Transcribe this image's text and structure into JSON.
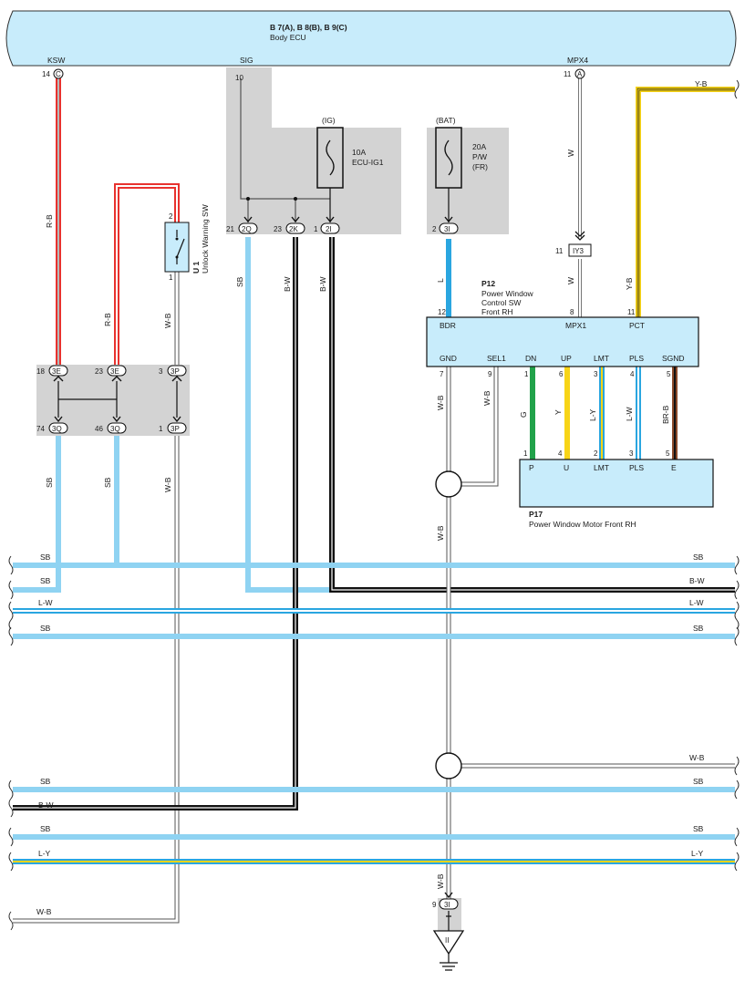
{
  "ecu": {
    "code": "B 7(A), B 8(B), B 9(C)",
    "name": "Body ECU",
    "pin_ksw": "KSW",
    "pin_sig": "SIG",
    "pin_mpx4": "MPX4"
  },
  "colors": {
    "SB": "#8fd3f2",
    "L": "#2aa6e0",
    "R": "#e8322e",
    "W": "#ffffff",
    "B": "#111111",
    "Y": "#f7d417",
    "G": "#21a24a",
    "BR": "#8a4a2a",
    "gray": "#d3d3d3",
    "panel": "#c8ecfb"
  },
  "conn": {
    "c14": "C",
    "n14": "14",
    "a11": "A",
    "n11": "11",
    "n10": "10",
    "ig": "(IG)",
    "fuse_ig_a": "10A",
    "fuse_ig_n": "ECU-IG1",
    "bat": "(BAT)",
    "fuse_bat_a": "20A",
    "fuse_bat_n1": "P/W",
    "fuse_bat_n2": "(FR)",
    "c2q": "2Q",
    "n21": "21",
    "c2k": "2K",
    "n23": "23",
    "c2i": "2I",
    "n1": "1",
    "c3i": "3I",
    "n2": "2",
    "iy3": "IY3",
    "n11b": "11",
    "c3e1": "3E",
    "n18": "18",
    "c3e2": "3E",
    "n23b": "23",
    "c3p1": "3P",
    "n3": "3",
    "c3q1": "3Q",
    "n74": "74",
    "c3q2": "3Q",
    "n46": "46",
    "c3p2": "3P",
    "n1b": "1",
    "c3ib": "3I",
    "n9": "9",
    "ground": "II"
  },
  "u1": {
    "code": "U 1",
    "name": "Unlock Warning SW",
    "pin2": "2",
    "pin1": "1"
  },
  "p12": {
    "code": "P12",
    "name1": "Power Window",
    "name2": "Control SW",
    "name3": "Front RH",
    "bdr": "BDR",
    "mpx1": "MPX1",
    "pct": "PCT",
    "n12": "12",
    "n8": "8",
    "n11": "11",
    "gnd": "GND",
    "sel1": "SEL1",
    "dn": "DN",
    "up": "UP",
    "lmt": "LMT",
    "pls": "PLS",
    "sgnd": "SGND",
    "p7": "7",
    "p9": "9",
    "p1": "1",
    "p6": "6",
    "p3": "3",
    "p4": "4",
    "p5": "5"
  },
  "p17": {
    "code": "P17",
    "name": "Power Window Motor Front RH",
    "p": "P",
    "u": "U",
    "lmt": "LMT",
    "pls": "PLS",
    "e": "E",
    "n1": "1",
    "n4": "4",
    "n2": "2",
    "n3": "3",
    "n5": "5"
  },
  "wires": {
    "rb1": "R-B",
    "rb2": "R-B",
    "sb1": "SB",
    "bw1": "B-W",
    "bw2": "B-W",
    "l": "L",
    "w1": "W",
    "w2": "W",
    "yb": "Y-B",
    "yb_top": "Y-B",
    "wb1": "W-B",
    "wb2": "W-B",
    "sb2": "SB",
    "sb3": "SB",
    "wb3": "W-B",
    "g": "G",
    "y": "Y",
    "ly": "L-Y",
    "lw": "L-W",
    "brb": "BR-B",
    "wb4": "W-B",
    "wb5": "W-B",
    "wb6": "W-B"
  },
  "buses": [
    {
      "left": "SB",
      "right": "SB"
    },
    {
      "left": "SB",
      "right": "B-W"
    },
    {
      "left": "L-W",
      "right": "L-W"
    },
    {
      "left": "SB",
      "right": "SB"
    },
    {
      "left": "",
      "right": "W-B"
    },
    {
      "left": "SB",
      "right": "SB"
    },
    {
      "left": "B-W",
      "right": ""
    },
    {
      "left": "SB",
      "right": "SB"
    },
    {
      "left": "L-Y",
      "right": "L-Y"
    },
    {
      "left": "W-B",
      "right": ""
    }
  ]
}
